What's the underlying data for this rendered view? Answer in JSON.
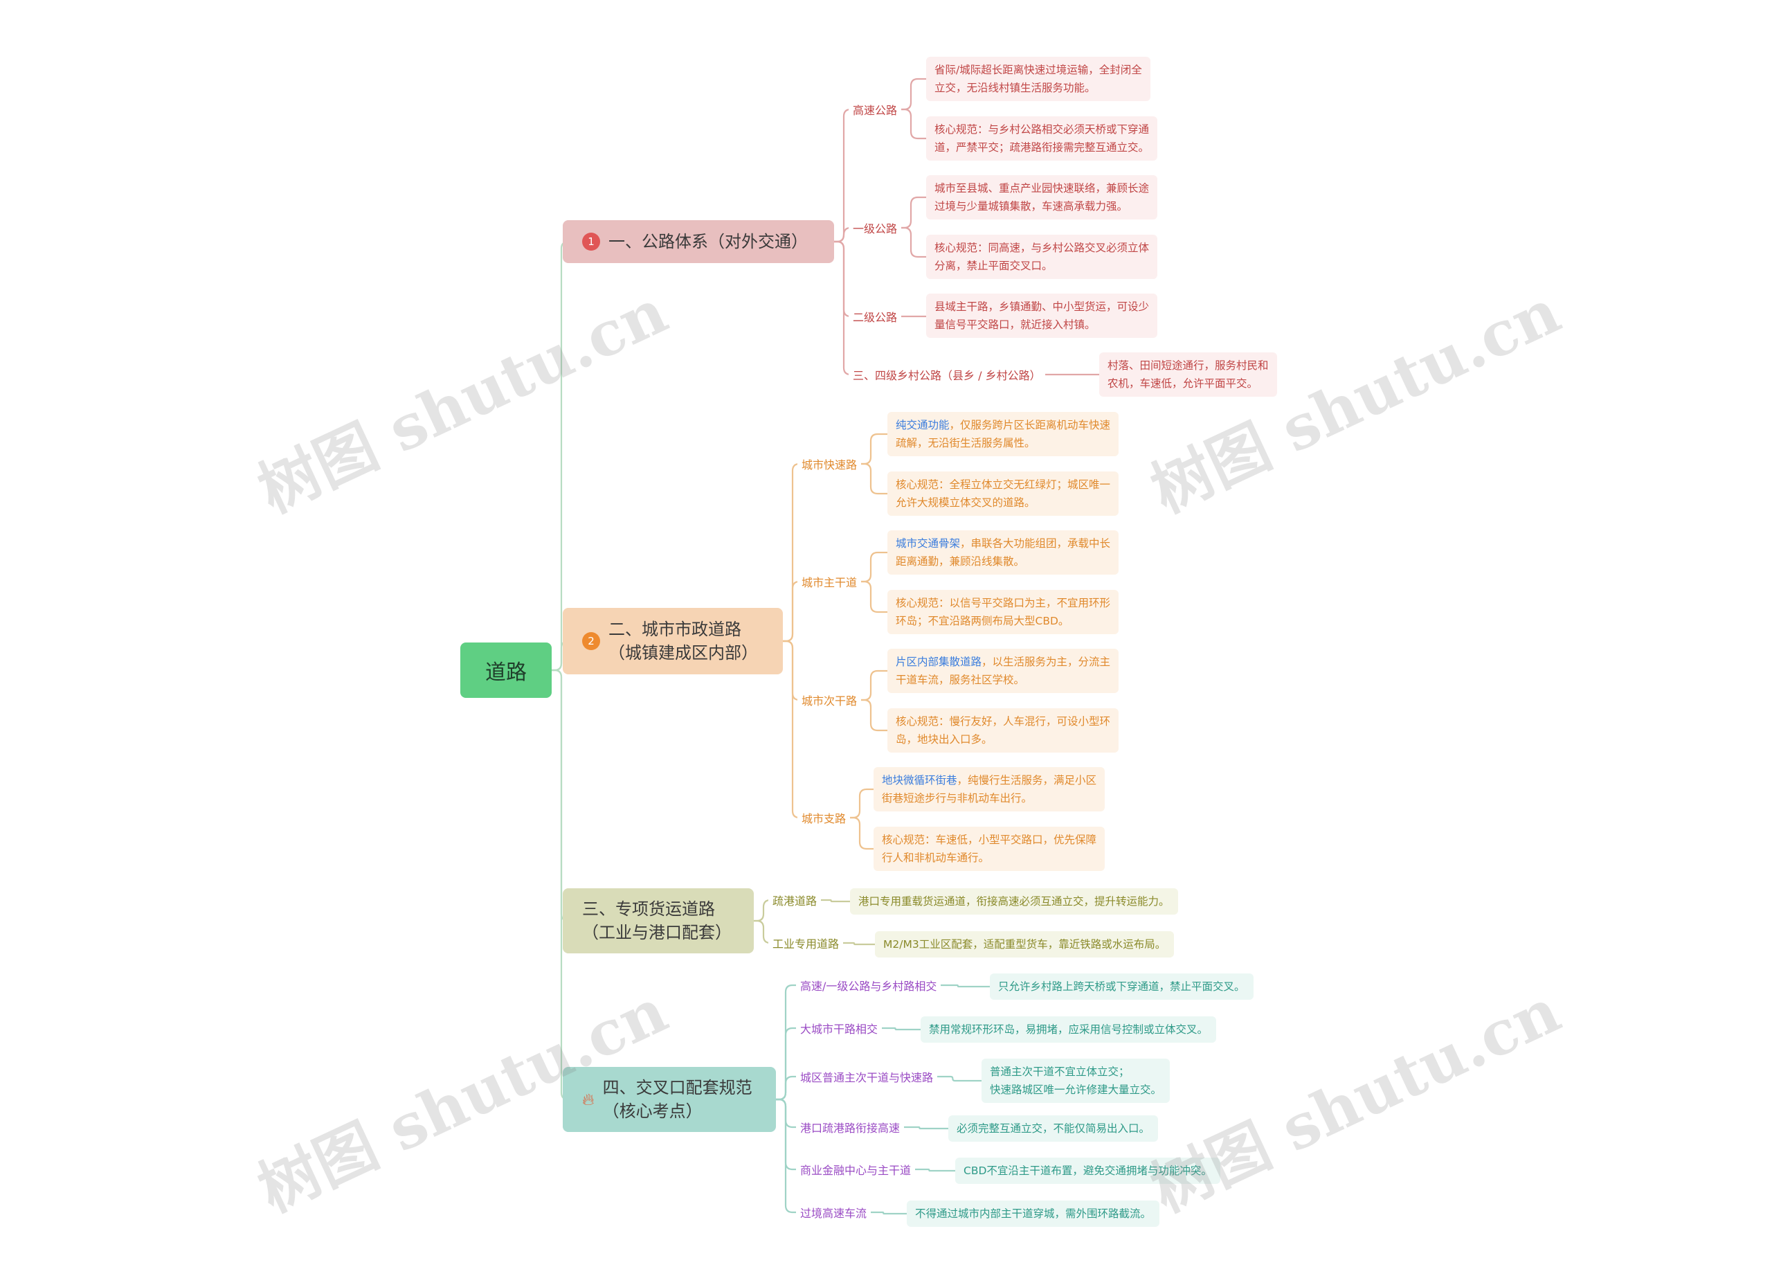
{
  "root": {
    "label": "道路"
  },
  "colors": {
    "red": "#c04646",
    "red_bg": "#e8bfbf",
    "red_leaf_bg": "#fcefef",
    "red_line": "#e1a7a7",
    "orange": "#e0892c",
    "orange_bg": "#f6d4b4",
    "orange_leaf_bg": "#fdf2e6",
    "orange_line": "#eec28f",
    "olive": "#8a8a2a",
    "olive_bg": "#d9dcb8",
    "olive_leaf_bg": "#f4f5e6",
    "olive_line": "#c9cc9c",
    "teal": "#2e9a88",
    "teal_bg": "#a8d9cf",
    "teal_leaf_bg": "#ebf7f4",
    "teal_line": "#9fd3c6",
    "purple": "#9a4bc4",
    "blue": "#3b7ddd",
    "root_line": "#b7dcc2"
  },
  "branches": [
    {
      "badge": "1",
      "badge_icon": "number-badge",
      "label": "一、公路体系（对外交通）",
      "children": [
        {
          "label": "高速公路",
          "leaves": [
            {
              "text": "省际/城际超长距离快速过境运输，全封闭全\n立交，无沿线村镇生活服务功能。"
            },
            {
              "text": "核心规范：与乡村公路相交必须天桥或下穿通\n道，严禁平交；疏港路衔接需完整互通立交。"
            }
          ]
        },
        {
          "label": "一级公路",
          "leaves": [
            {
              "text": "城市至县城、重点产业园快速联络，兼顾长途\n过境与少量城镇集散，车速高承载力强。"
            },
            {
              "text": "核心规范：同高速，与乡村公路交叉必须立体\n分离，禁止平面交叉口。"
            }
          ]
        },
        {
          "label": "二级公路",
          "leaves": [
            {
              "text": "县域主干路，乡镇通勤、中小型货运，可设少\n量信号平交路口，就近接入村镇。"
            }
          ]
        },
        {
          "label": "三、四级乡村公路（县乡 / 乡村公路）",
          "leaves": [
            {
              "text": "村落、田间短途通行，服务村民和\n农机，车速低，允许平面平交。"
            }
          ]
        }
      ]
    },
    {
      "badge": "2",
      "badge_icon": "number-badge",
      "label": "二、城市市政道路\n（城镇建成区内部）",
      "children": [
        {
          "label": "城市快速路",
          "leaves": [
            {
              "text": "纯交通功能，仅服务跨片区长距离机动车快速\n疏解，无沿街生活服务属性。"
            },
            {
              "text": "核心规范：全程立体立交无红绿灯；城区唯一\n允许大规模立体交叉的道路。"
            }
          ]
        },
        {
          "label": "城市主干道",
          "leaves": [
            {
              "text": "城市交通骨架，串联各大功能组团，承载中长\n距离通勤，兼顾沿线集散。"
            },
            {
              "text": "核心规范：以信号平交路口为主，不宜用环形\n环岛；不宜沿路两侧布局大型CBD。"
            }
          ]
        },
        {
          "label": "城市次干路",
          "leaves": [
            {
              "text": "片区内部集散道路，以生活服务为主，分流主\n干道车流，服务社区学校。"
            },
            {
              "text": "核心规范：慢行友好，人车混行，可设小型环\n岛，地块出入口多。"
            }
          ]
        },
        {
          "label": "城市支路",
          "leaves": [
            {
              "text": "地块微循环街巷，纯慢行生活服务，满足小区\n街巷短途步行与非机动车出行。"
            },
            {
              "text": "核心规范：车速低，小型平交路口，优先保障\n行人和非机动车通行。"
            }
          ]
        }
      ]
    },
    {
      "badge": "",
      "badge_icon": "",
      "label": "三、专项货运道路\n（工业与港口配套）",
      "children": [
        {
          "label": "疏港道路",
          "leaves": [
            {
              "text": "港口专用重载货运通道，衔接高速必须互通立交，提升转运能力。"
            }
          ]
        },
        {
          "label": "工业专用道路",
          "leaves": [
            {
              "text": "M2/M3工业区配套，适配重型货车，靠近铁路或水运布局。"
            }
          ]
        }
      ]
    },
    {
      "badge": "",
      "badge_icon": "flame-icon",
      "label": "四、交叉口配套规范\n（核心考点）",
      "children": [
        {
          "label": "高速/一级公路与乡村路相交",
          "leaves": [
            {
              "text": "只允许乡村路上跨天桥或下穿通道，禁止平面交叉。"
            }
          ]
        },
        {
          "label": "大城市干路相交",
          "leaves": [
            {
              "text": "禁用常规环形环岛，易拥堵，应采用信号控制或立体交叉。"
            }
          ]
        },
        {
          "label": "城区普通主次干道与快速路",
          "leaves": [
            {
              "text": "普通主次干道不宜立体立交；\n快速路城区唯一允许修建大量立交。"
            }
          ]
        },
        {
          "label": "港口疏港路衔接高速",
          "leaves": [
            {
              "text": "必须完整互通立交，不能仅简易出入口。"
            }
          ]
        },
        {
          "label": "商业金融中心与主干道",
          "leaves": [
            {
              "text": "CBD不宜沿主干道布置，避免交通拥堵与功能冲突。"
            }
          ]
        },
        {
          "label": "过境高速车流",
          "leaves": [
            {
              "text": "不得通过城市内部主干道穿城，需外围环路截流。"
            }
          ]
        }
      ]
    }
  ],
  "watermark": "树图 shutu.cn"
}
